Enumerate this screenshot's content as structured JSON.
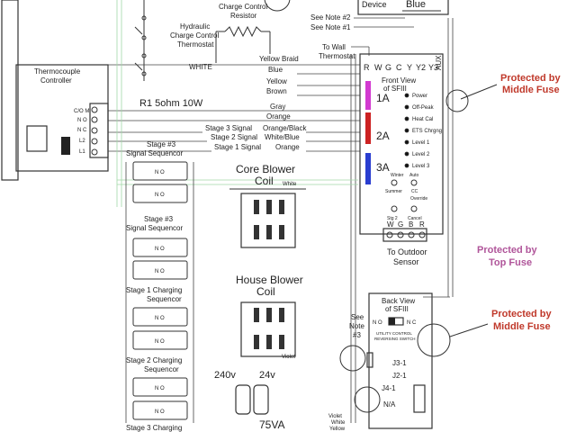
{
  "colors": {
    "protection": "#c0392b",
    "top_fuse": "#b0559a",
    "bar_magenta": "#d23ad0",
    "bar_red": "#cc2222",
    "bar_blue": "#2a3ed0",
    "wire_green": "#a0d8a8"
  },
  "texts": {
    "blue": "Blue",
    "device": "Device",
    "see_note_2": "See Note #2",
    "see_note_1": "See Note #1",
    "to_wall": "To Wall",
    "thermostat": "Thermostat",
    "charge_control_resistor_1": "Charge Control",
    "charge_control_resistor_2": "Resistor",
    "hydraulic_1": "Hydraulic",
    "hydraulic_2": "Charge Control",
    "hydraulic_3": "Thermostat",
    "white": "WHITE",
    "yellow_braid": "Yellow Braid",
    "blue_wire": "Blue",
    "yellow": "Yellow",
    "brown": "Brown",
    "gray": "Gray",
    "orange": "Orange",
    "orange_black": "Orange/Black",
    "white_blue": "White/Blue",
    "orange2": "Orange",
    "stage3_signal": "Stage 3 Signal",
    "stage2_signal": "Stage 2 Signal",
    "stage1_signal": "Stage 1 Signal",
    "r1": "R1 5ohm 10W",
    "thermocouple_1": "Thermocouple",
    "thermocouple_2": "Controller",
    "term_com": "C/O M",
    "term_no1": "N O",
    "term_nc": "N C",
    "term_l2": "L2",
    "term_l1": "L1",
    "seq1_a": "Stage #3",
    "seq1_b": "Signal Sequencor",
    "seq2_a": "Stage #3",
    "seq2_b": "Signal Sequencor",
    "seq3": "Stage 1 Charging",
    "seq3_b": "Sequencor",
    "seq4_a": "Stage 2 Charging",
    "seq4_b": "Sequencor",
    "seq5": "Stage 3 Charging",
    "no": "N O",
    "core_blower_1": "Core Blower",
    "core_blower_2": "Coil",
    "house_blower_1": "House Blower",
    "house_blower_2": "Coil",
    "white_small": "White",
    "violet": "Violet",
    "v240": "240v",
    "v24": "24v",
    "va75": "75VA",
    "terminals": [
      "R",
      "W",
      "G",
      "C",
      "Y",
      "Y2",
      "Y3"
    ],
    "aux": "AUX",
    "front_view_1": "Front View",
    "front_view_2": "of SFIII",
    "level_1a": "1A",
    "level_2a": "2A",
    "level_3a": "3A",
    "leds": [
      "Power",
      "Off-Peak",
      "Heat Cal",
      "ETS Chrgng",
      "Level 1",
      "Level 2",
      "Level 3"
    ],
    "winter": "Winter",
    "auto": "Auto",
    "summer": "Summer",
    "cc": "CC",
    "override": "Override",
    "stg2": "Stg 2",
    "cancel": "Cancel",
    "wgbr": [
      "W",
      "G",
      "B",
      "R"
    ],
    "to_outdoor_1": "To Outdoor",
    "to_outdoor_2": "Sensor",
    "protected_by": "Protected by",
    "middle_fuse": "Middle Fuse",
    "top_fuse": "Top Fuse",
    "back_view_1": "Back View",
    "back_view_2": "of SFIII",
    "no_bv": "N O",
    "nc_bv": "N C",
    "utility_1": "UTILITY CONTROL",
    "utility_2": "REVERSING SWITCH",
    "j3": "J3-1",
    "j2": "J2-1",
    "j4": "J4-1",
    "na": "N/A",
    "see_note_3a": "See",
    "see_note_3b": "Note",
    "see_note_3c": "#3",
    "violet_b": "Violet",
    "white_b": "White",
    "yellow_b": "Yellow"
  }
}
